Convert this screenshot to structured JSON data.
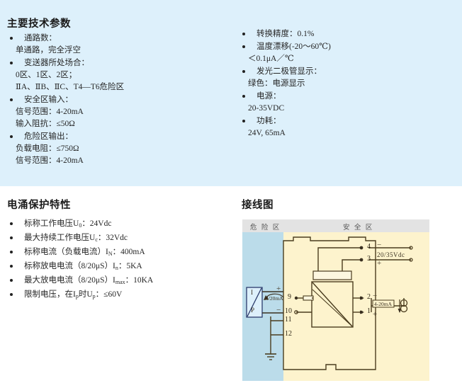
{
  "sections": {
    "specs_title": "主要技术参数",
    "surge_title": "电涌保护特性",
    "wiring_title": "接线图"
  },
  "specs_left": [
    {
      "label": "通路数：",
      "lines": [
        "单通路，完全浮空"
      ]
    },
    {
      "label": "变送器所处场合：",
      "lines": [
        "0区、1区、2区；",
        "ⅡA、ⅡB、ⅡC、T4—T6危险区"
      ]
    },
    {
      "label": "安全区输入：",
      "lines": [
        "信号范围：4-20mA",
        "输入阻抗：≤50Ω"
      ]
    },
    {
      "label": "危险区输出：",
      "lines": [
        "负载电阻：≤750Ω",
        "信号范围：4-20mA"
      ]
    }
  ],
  "specs_right": [
    {
      "label": "转换精度：0.1%",
      "lines": []
    },
    {
      "label": "温度漂移(-20～60℃)",
      "lines": [
        "＜0.1μA／℃"
      ]
    },
    {
      "label": "发光二极管显示：",
      "lines": [
        "绿色：电源显示"
      ]
    },
    {
      "label": "电源：",
      "lines": [
        "20-35VDC"
      ]
    },
    {
      "label": "功耗：",
      "lines": [
        "24V, 65mA"
      ]
    }
  ],
  "surge_items": [
    {
      "pre": "标称工作电压U",
      "sub": "0",
      "post": "：24Vdc"
    },
    {
      "pre": "最大持续工作电压U",
      "sub": "c",
      "post": "：32Vdc"
    },
    {
      "pre": "标称电流（负载电流）I",
      "sub": "N",
      "post": "：400mA"
    },
    {
      "pre": "标称放电电流（8/20μS）I",
      "sub": "n",
      "post": "：5KA"
    },
    {
      "pre": "最大放电电流（8/20μS）I",
      "sub": "max",
      "post": "：10KA"
    },
    {
      "pre": "限制电压，在I",
      "sub": "p",
      "post": "时U",
      "sub2": "p",
      "post2": "：≤60V"
    }
  ],
  "diagram": {
    "zone_hazard": "危 险 区",
    "zone_safe": "安 全 区",
    "transmitter_top": "I",
    "transmitter_bottom": "P",
    "loop_label": "4/20mA",
    "terminals": {
      "t4": "4",
      "t3": "3",
      "t2": "2",
      "t1": "1",
      "t9": "9",
      "t10": "10",
      "t11": "11",
      "t12": "12"
    },
    "power_label": "20/35Vdc",
    "power_minus": "−",
    "power_plus": "+",
    "output_label": "4-20mA",
    "output_minus": "−",
    "output_plus": "+",
    "input_plus": "+",
    "input_minus": "−"
  },
  "colors": {
    "panel_blue": "#ddf0fb",
    "hazard_blue": "#bbdcea",
    "safe_yellow": "#fdf3cd",
    "header_gray": "#e3e3e3",
    "wire": "#4a3c1e",
    "text": "#262626"
  }
}
